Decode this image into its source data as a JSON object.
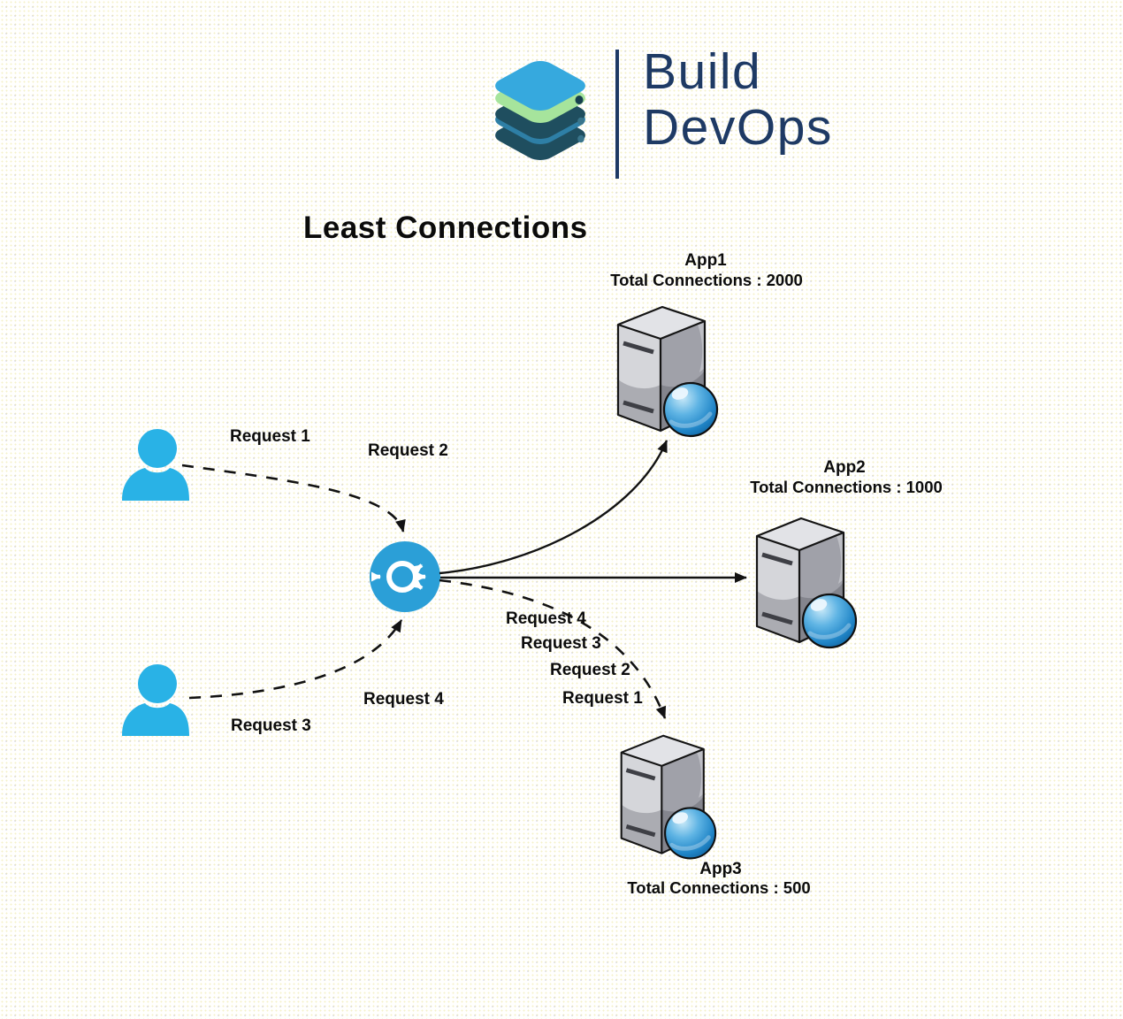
{
  "logo": {
    "brand_line1": "Build",
    "brand_line2": "DevOps",
    "icon": "server-stack-icon"
  },
  "title": "Least Connections",
  "load_balancer": {
    "icon": "load-balancer-icon",
    "color": "#2B9FD7"
  },
  "users": [
    {
      "icon": "user-icon",
      "sends": [
        "Request 1",
        "Request 2"
      ]
    },
    {
      "icon": "user-icon",
      "sends": [
        "Request 3",
        "Request 4"
      ]
    }
  ],
  "servers": [
    {
      "name": "App1",
      "connections_label": "Total Connections : 2000",
      "connections": 2000
    },
    {
      "name": "App2",
      "connections_label": "Total Connections : 1000",
      "connections": 1000
    },
    {
      "name": "App3",
      "connections_label": "Total Connections : 500",
      "connections": 500
    }
  ],
  "edge_labels": {
    "user1_request1": "Request 1",
    "user1_request2": "Request 2",
    "user2_request4": "Request 4",
    "user2_request3": "Request 3",
    "lb_to_app3_queue": [
      "Request 4",
      "Request 3",
      "Request 2",
      "Request 1"
    ]
  },
  "colors": {
    "user_cyan": "#29B2E6",
    "lb_blue": "#2B9FD7",
    "brand_navy": "#1E3A64",
    "logo_top_blue": "#36A9DE",
    "logo_green": "#A6E49C",
    "logo_teal": "#1F4E5F",
    "logo_stripe_blue": "#2E7FA6",
    "arrow_black": "#121212"
  }
}
